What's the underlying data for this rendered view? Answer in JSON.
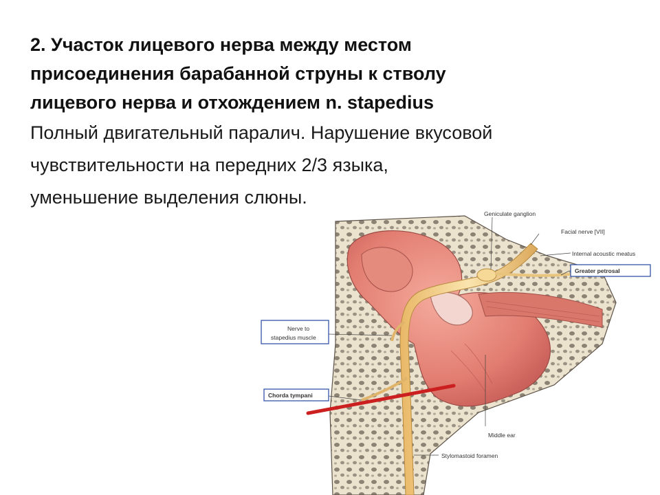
{
  "slide": {
    "heading_lines": [
      "2. Участок лицевого нерва между местом",
      "присоединения барабанной струны к стволу",
      "лицевого нерва и отхождением n. stapedius"
    ],
    "body_lines": [
      "Полный двигательный паралич. Нарушение вкусовой",
      "чувствительности на передних 2/3 языка,",
      "уменьшение выделения слюны."
    ]
  },
  "figure": {
    "labels": {
      "geniculate_ganglion": "Geniculate ganglion",
      "facial_nerve": "Facial nerve [VII]",
      "internal_acoustic_meatus": "Internal acoustic meatus",
      "greater_petrosal": "Greater petrosal",
      "nerve_to_stapedius_1": "Nerve to",
      "nerve_to_stapedius_2": "stapedius muscle",
      "chorda_tympani": "Chorda tympani",
      "middle_ear": "Middle ear",
      "stylomastoid_foramen": "Stylomastoid foramen"
    },
    "colors": {
      "lesion_line": "#cc1f1f",
      "highlight_box": "#3355a8",
      "nerve": "#f2cf86",
      "tissue": "#e6887c",
      "bone": "#ece3cf"
    }
  }
}
